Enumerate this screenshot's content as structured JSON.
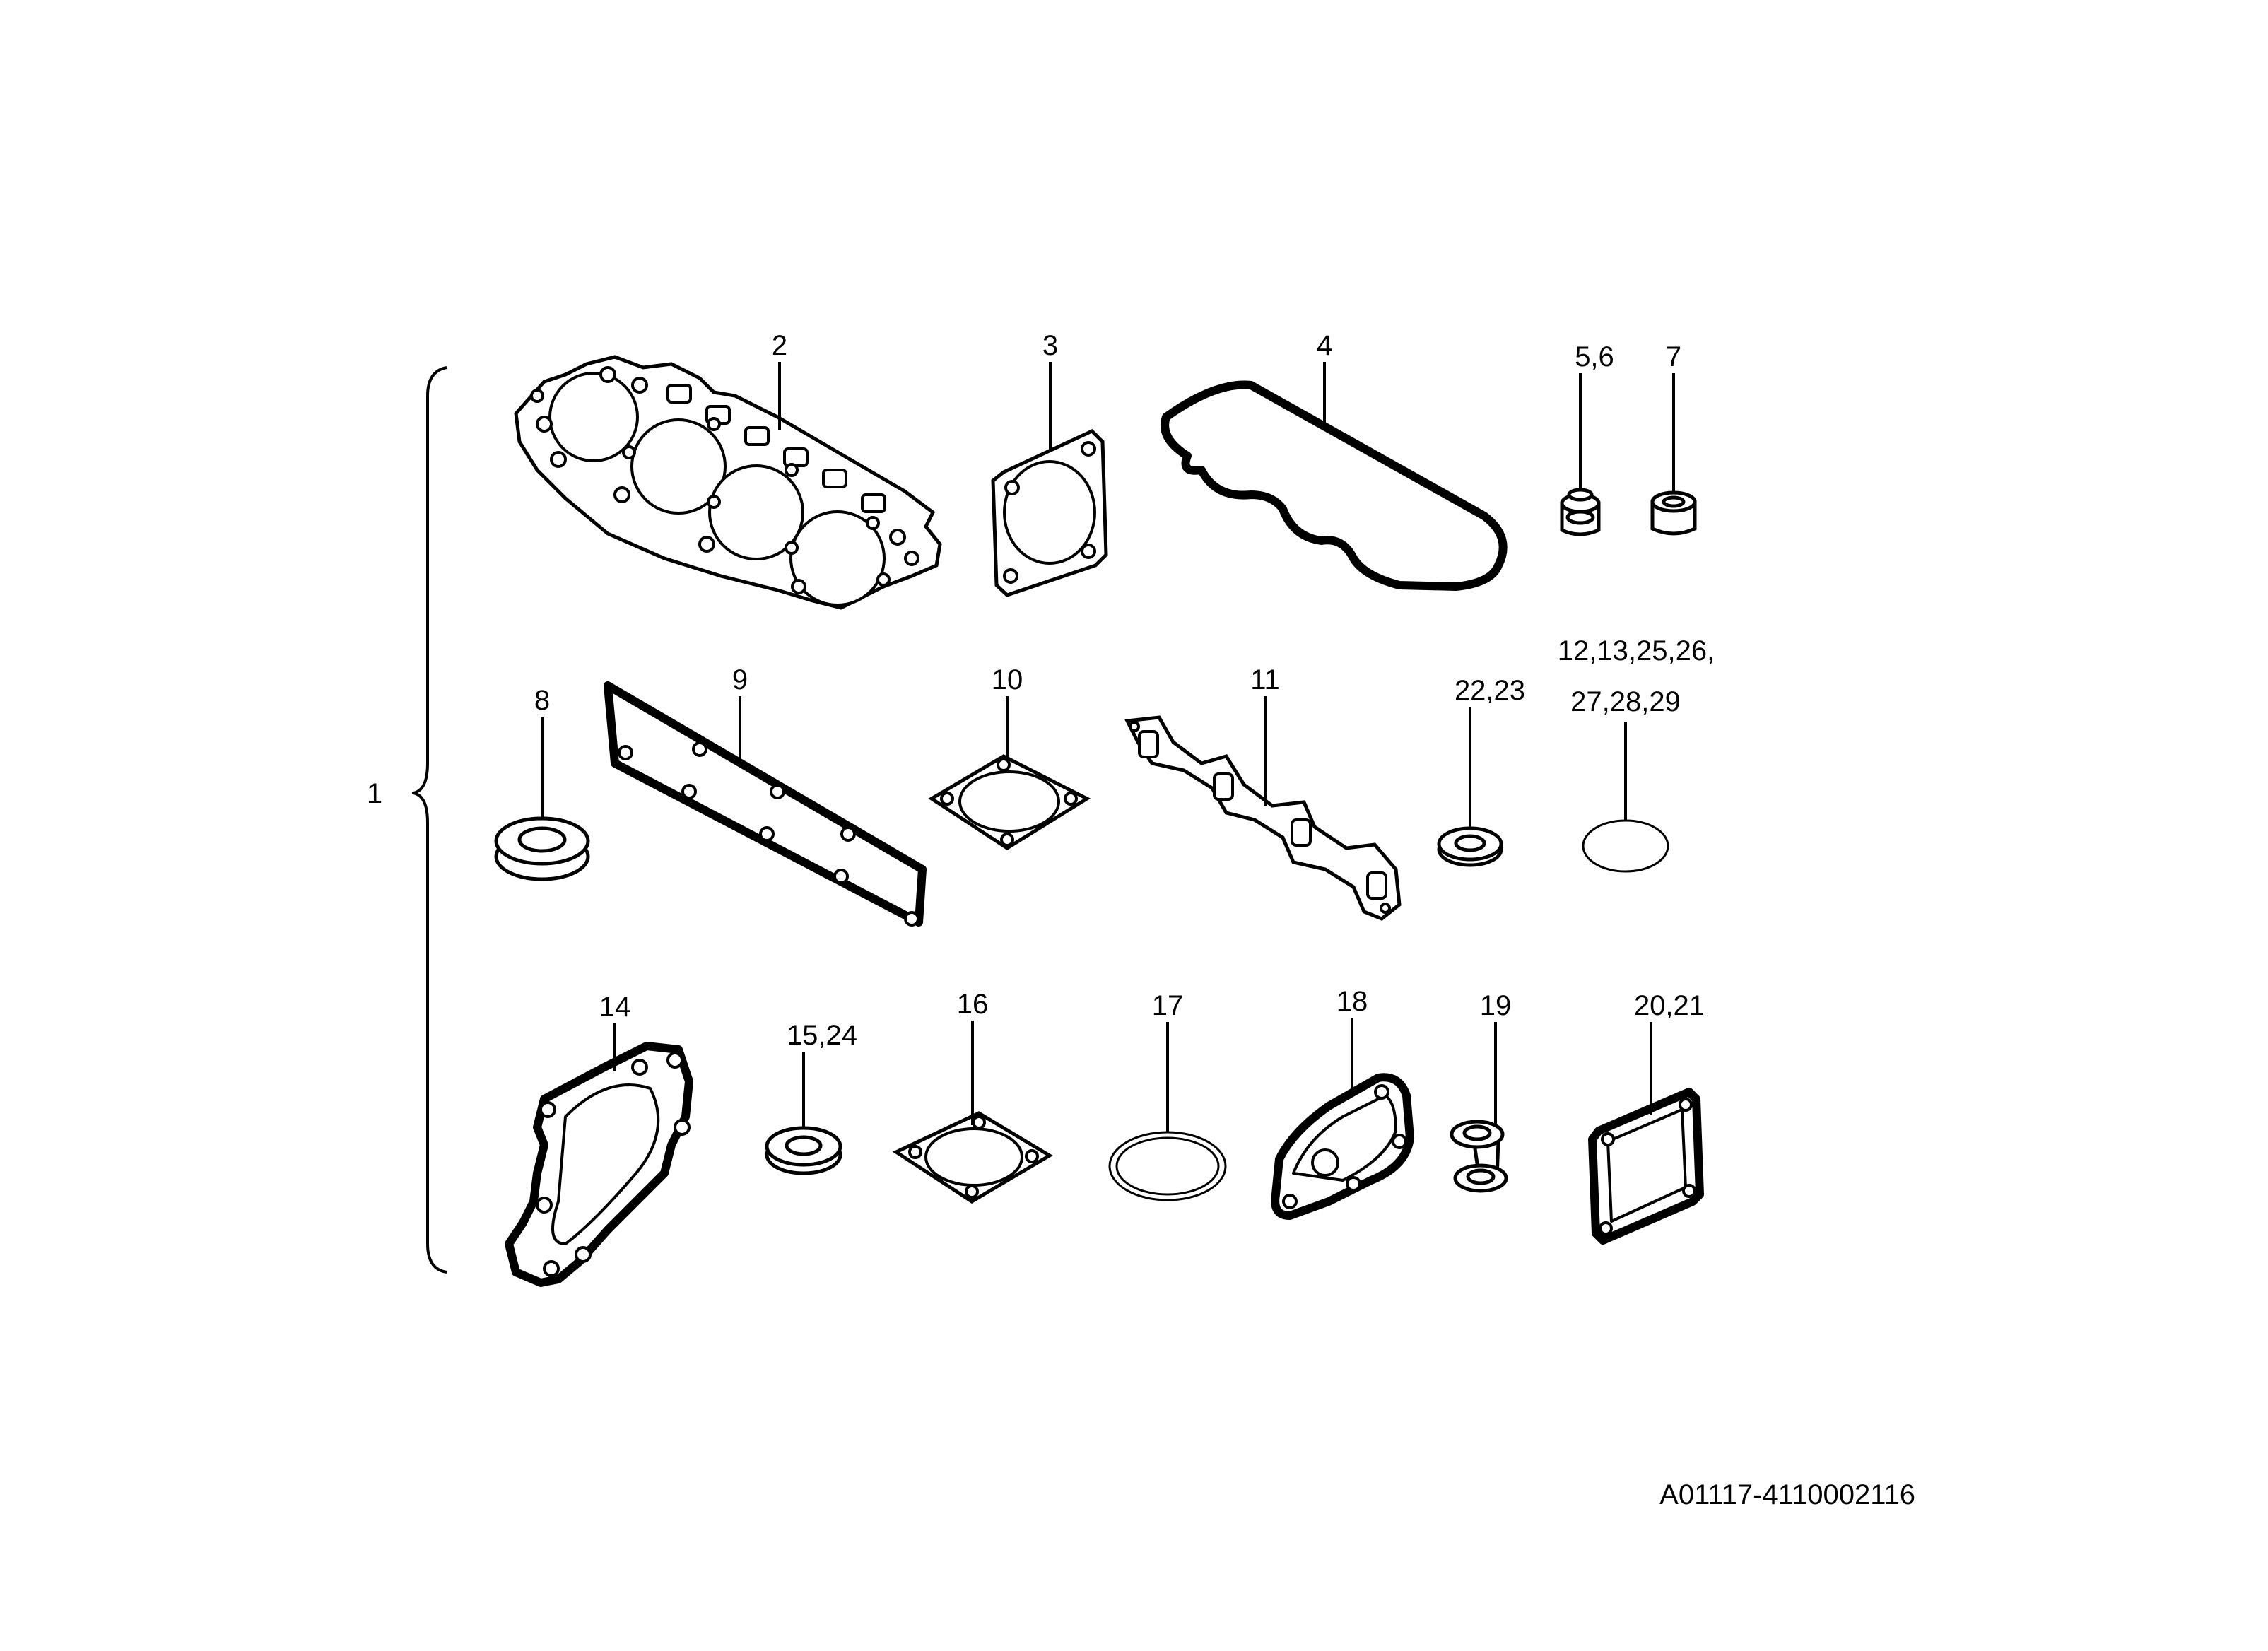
{
  "assembly_label": "1",
  "drawing_number": "A01117-4110002116",
  "parts": {
    "p2": "2",
    "p3": "3",
    "p4": "4",
    "p5_6": "5,6",
    "p7": "7",
    "p8": "8",
    "p9": "9",
    "p10": "10",
    "p11": "11",
    "p22_23": "22,23",
    "p12_line1": "12,13,25,26,",
    "p12_line2": "27,28,29",
    "p14": "14",
    "p15_24": "15,24",
    "p16": "16",
    "p17": "17",
    "p18": "18",
    "p19": "19",
    "p20_21": "20,21"
  }
}
